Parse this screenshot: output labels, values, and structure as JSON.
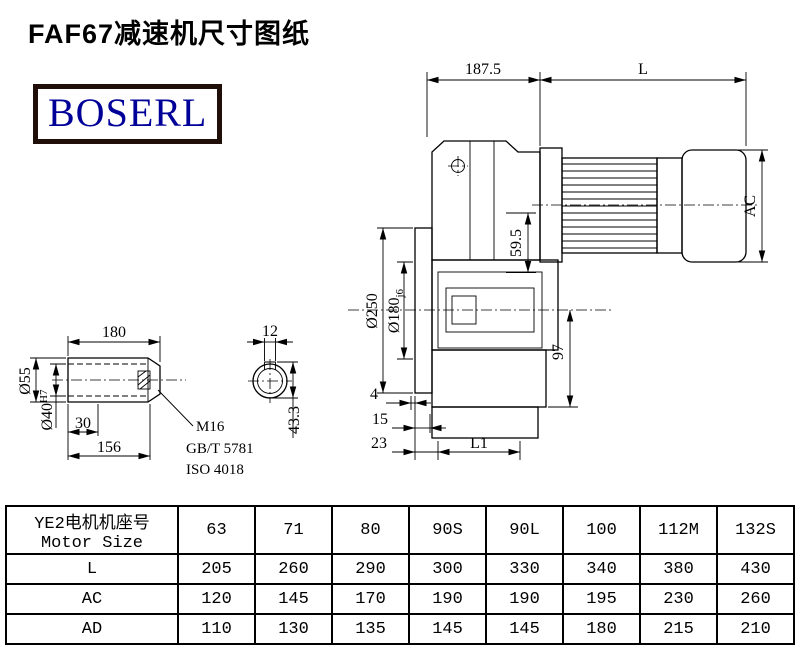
{
  "page": {
    "title": "FAF67减速机尺寸图纸",
    "logo_text": "BOSERL"
  },
  "drawing": {
    "dim_187_5": "187.5",
    "dim_L": "L",
    "dim_AC": "AC",
    "dim_d250": "Ø250",
    "dim_d180": "Ø180",
    "dim_d180_tol": "j6",
    "dim_59_5": "59.5",
    "dim_97": "97",
    "dim_4": "4",
    "dim_15": "15",
    "dim_23": "23",
    "dim_L1": "L1",
    "shaft": {
      "dim_180": "180",
      "dim_12": "12",
      "dim_d55": "Ø55",
      "dim_d40": "Ø40",
      "dim_d40_tol": "H7",
      "dim_30": "30",
      "dim_156": "156",
      "dim_43_3": "43.3",
      "note_m16": "M16",
      "note_gbt": "GB/T 5781",
      "note_iso": "ISO 4018"
    }
  },
  "table": {
    "header": {
      "label_line1": "YE2电机机座号",
      "label_line2": "Motor Size",
      "sizes": [
        "63",
        "71",
        "80",
        "90S",
        "90L",
        "100",
        "112M",
        "132S"
      ]
    },
    "rows": [
      {
        "label": "L",
        "values": [
          "205",
          "260",
          "290",
          "300",
          "330",
          "340",
          "380",
          "430"
        ]
      },
      {
        "label": "AC",
        "values": [
          "120",
          "145",
          "170",
          "190",
          "190",
          "195",
          "230",
          "260"
        ]
      },
      {
        "label": "AD",
        "values": [
          "110",
          "130",
          "135",
          "145",
          "145",
          "180",
          "215",
          "210"
        ]
      }
    ]
  }
}
